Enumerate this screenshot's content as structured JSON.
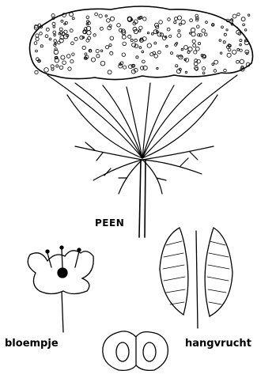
{
  "figure": {
    "labels": {
      "main": "PEEN",
      "flower": "bloempje",
      "fruit": "hangvrucht"
    },
    "colors": {
      "ink": "#000000",
      "paper": "#ffffff"
    }
  }
}
